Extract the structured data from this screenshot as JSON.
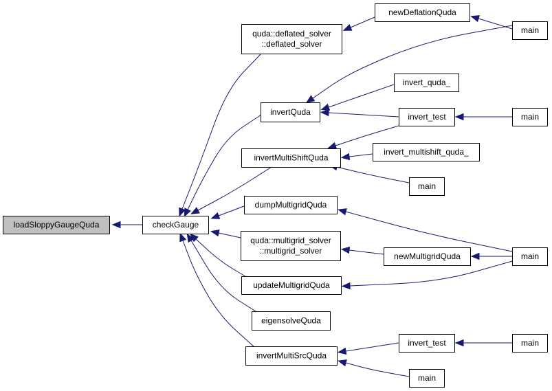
{
  "graph": {
    "colors": {
      "edge": "#191970",
      "root_fill": "#bfbfbf",
      "node_fill": "#ffffff",
      "border": "#000000"
    },
    "nodes": {
      "loadSloppyGaugeQuda": {
        "lines": [
          "loadSloppyGaugeQuda"
        ],
        "root": true
      },
      "checkGauge": {
        "lines": [
          "checkGauge"
        ]
      },
      "deflated_solver": {
        "lines": [
          "quda::deflated_solver",
          "::deflated_solver"
        ]
      },
      "newDeflationQuda": {
        "lines": [
          "newDeflationQuda"
        ]
      },
      "main_1": {
        "lines": [
          "main"
        ]
      },
      "invertQuda": {
        "lines": [
          "invertQuda"
        ]
      },
      "invert_quda_": {
        "lines": [
          "invert_quda_"
        ]
      },
      "invert_test_1": {
        "lines": [
          "invert_test"
        ]
      },
      "main_2": {
        "lines": [
          "main"
        ]
      },
      "invertMultiShiftQuda": {
        "lines": [
          "invertMultiShiftQuda"
        ]
      },
      "invert_multishift_quda_": {
        "lines": [
          "invert_multishift_quda_"
        ]
      },
      "main_3": {
        "lines": [
          "main"
        ]
      },
      "dumpMultigridQuda": {
        "lines": [
          "dumpMultigridQuda"
        ]
      },
      "multigrid_solver": {
        "lines": [
          "quda::multigrid_solver",
          "::multigrid_solver"
        ]
      },
      "newMultigridQuda": {
        "lines": [
          "newMultigridQuda"
        ]
      },
      "main_4": {
        "lines": [
          "main"
        ]
      },
      "updateMultigridQuda": {
        "lines": [
          "updateMultigridQuda"
        ]
      },
      "eigensolveQuda": {
        "lines": [
          "eigensolveQuda"
        ]
      },
      "invertMultiSrcQuda": {
        "lines": [
          "invertMultiSrcQuda"
        ]
      },
      "invert_test_2": {
        "lines": [
          "invert_test"
        ]
      },
      "main_5": {
        "lines": [
          "main"
        ]
      },
      "main_6": {
        "lines": [
          "main"
        ]
      }
    },
    "edges": [
      [
        "checkGauge",
        "loadSloppyGaugeQuda"
      ],
      [
        "deflated_solver",
        "checkGauge"
      ],
      [
        "invertQuda",
        "checkGauge"
      ],
      [
        "invertMultiShiftQuda",
        "checkGauge"
      ],
      [
        "dumpMultigridQuda",
        "checkGauge"
      ],
      [
        "multigrid_solver",
        "checkGauge"
      ],
      [
        "updateMultigridQuda",
        "checkGauge"
      ],
      [
        "eigensolveQuda",
        "checkGauge"
      ],
      [
        "invertMultiSrcQuda",
        "checkGauge"
      ],
      [
        "newDeflationQuda",
        "deflated_solver"
      ],
      [
        "main_1",
        "newDeflationQuda"
      ],
      [
        "main_1",
        "invertQuda"
      ],
      [
        "invert_quda_",
        "invertQuda"
      ],
      [
        "invert_test_1",
        "invertQuda"
      ],
      [
        "main_2",
        "invert_test_1"
      ],
      [
        "invert_test_1",
        "invertMultiShiftQuda"
      ],
      [
        "invert_multishift_quda_",
        "invertMultiShiftQuda"
      ],
      [
        "main_3",
        "invertMultiShiftQuda"
      ],
      [
        "main_4",
        "dumpMultigridQuda"
      ],
      [
        "newMultigridQuda",
        "multigrid_solver"
      ],
      [
        "main_4",
        "newMultigridQuda"
      ],
      [
        "main_4",
        "updateMultigridQuda"
      ],
      [
        "invert_test_2",
        "invertMultiSrcQuda"
      ],
      [
        "main_5",
        "invert_test_2"
      ],
      [
        "main_6",
        "invertMultiSrcQuda"
      ]
    ]
  }
}
